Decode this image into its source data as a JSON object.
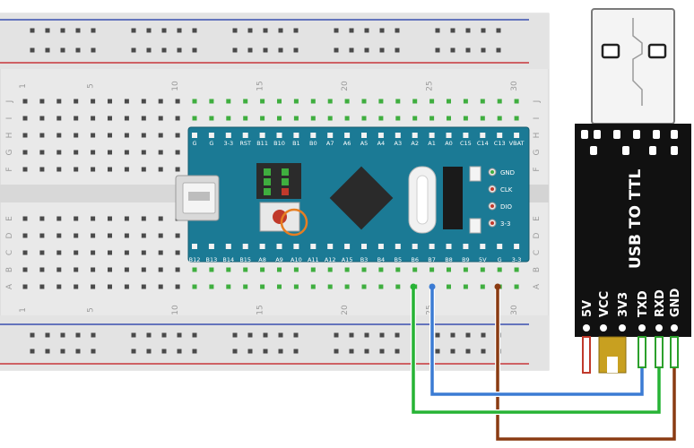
{
  "breadboard": {
    "column_numbers": [
      "1",
      "5",
      "10",
      "15",
      "20",
      "25",
      "30"
    ],
    "row_letters_top": [
      "J",
      "I",
      "H",
      "G",
      "F"
    ],
    "row_letters_bottom": [
      "E",
      "D",
      "C",
      "B",
      "A"
    ]
  },
  "mcu_board": {
    "top_pins": [
      "G",
      "G",
      "3-3",
      "RST",
      "B11",
      "B10",
      "B1",
      "B0",
      "A7",
      "A6",
      "A5",
      "A4",
      "A3",
      "A2",
      "A1",
      "A0",
      "C15",
      "C14",
      "C13",
      "VBAT"
    ],
    "bottom_pins": [
      "B12",
      "B13",
      "B14",
      "B15",
      "A8",
      "A9",
      "A10",
      "A11",
      "A12",
      "A15",
      "B3",
      "B4",
      "B5",
      "B6",
      "B7",
      "B8",
      "B9",
      "5V",
      "G",
      "3-3"
    ],
    "debug_pins": [
      "GND",
      "CLK",
      "DIO",
      "3-3"
    ]
  },
  "adapter": {
    "title": "USB TO TTL",
    "pin_labels": [
      "5V",
      "VCC",
      "3V3",
      "TXD",
      "RXD",
      "GND"
    ]
  },
  "wires": [
    {
      "name": "green-wire",
      "color": "#27b335",
      "from": "B6",
      "to": "RXD"
    },
    {
      "name": "blue-wire",
      "color": "#3b7bd4",
      "from": "B7",
      "to": "TXD"
    },
    {
      "name": "brown-wire",
      "color": "#8a3b12",
      "from": "G",
      "to": "GND"
    }
  ],
  "colors": {
    "board": "#1b7a95",
    "breadboard": "#e8e8e8",
    "adapter": "#111111",
    "rail_red": "#c8363a",
    "rail_blue": "#3a4fb0",
    "highlight": "#e67e22"
  }
}
